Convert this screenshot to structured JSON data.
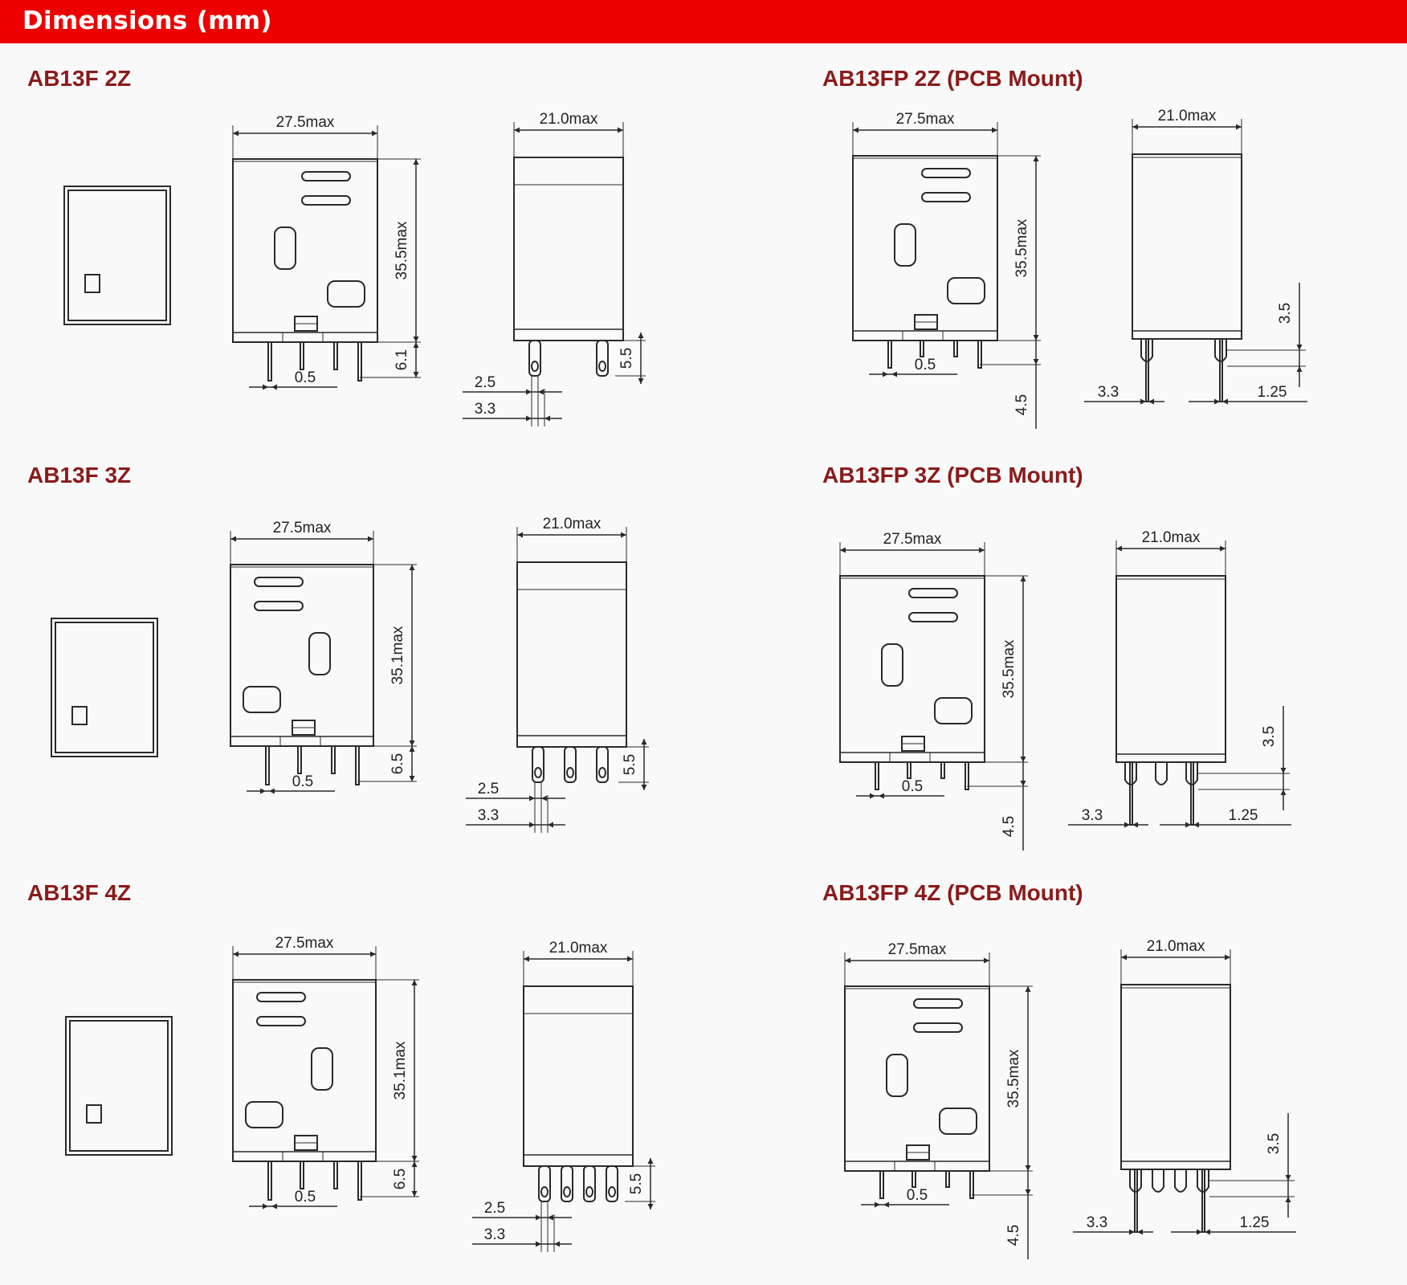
{
  "header": {
    "title": "Dimensions (mm)"
  },
  "colors": {
    "header_bg": "#ee0000",
    "title_text": "#8b1a1a",
    "line": "#2a2a2a"
  },
  "models": [
    {
      "title": "AB13F 2Z",
      "width": "27.5max",
      "depth": "21.0max",
      "height": "35.5max",
      "pin_len": "6.1",
      "pin_width": "0.5",
      "pitch_a": "2.5",
      "pitch_b": "3.3",
      "pin_tip": "5.5"
    },
    {
      "title": "AB13F 3Z",
      "width": "27.5max",
      "depth": "21.0max",
      "height": "35.1max",
      "pin_len": "6.5",
      "pin_width": "0.5",
      "pitch_a": "2.5",
      "pitch_b": "3.3",
      "pin_tip": "5.5"
    },
    {
      "title": "AB13F 4Z",
      "width": "27.5max",
      "depth": "21.0max",
      "height": "35.1max",
      "pin_len": "6.5",
      "pin_width": "0.5",
      "pitch_a": "2.5",
      "pitch_b": "3.3",
      "pin_tip": "5.5"
    },
    {
      "title": "AB13FP 2Z (PCB Mount)",
      "width": "27.5max",
      "depth": "21.0max",
      "height": "35.5max",
      "pin_len": "4.5",
      "pin_width": "0.5",
      "pin_pitch": "3.3",
      "pin_thick": "1.25",
      "pin_tip": "3.5"
    },
    {
      "title": "AB13FP 3Z (PCB Mount)",
      "width": "27.5max",
      "depth": "21.0max",
      "height": "35.5max",
      "pin_len": "4.5",
      "pin_width": "0.5",
      "pin_pitch": "3.3",
      "pin_thick": "1.25",
      "pin_tip": "3.5"
    },
    {
      "title": "AB13FP 4Z (PCB Mount)",
      "width": "27.5max",
      "depth": "21.0max",
      "height": "35.5max",
      "pin_len": "4.5",
      "pin_width": "0.5",
      "pin_pitch": "3.3",
      "pin_thick": "1.25",
      "pin_tip": "3.5"
    }
  ]
}
